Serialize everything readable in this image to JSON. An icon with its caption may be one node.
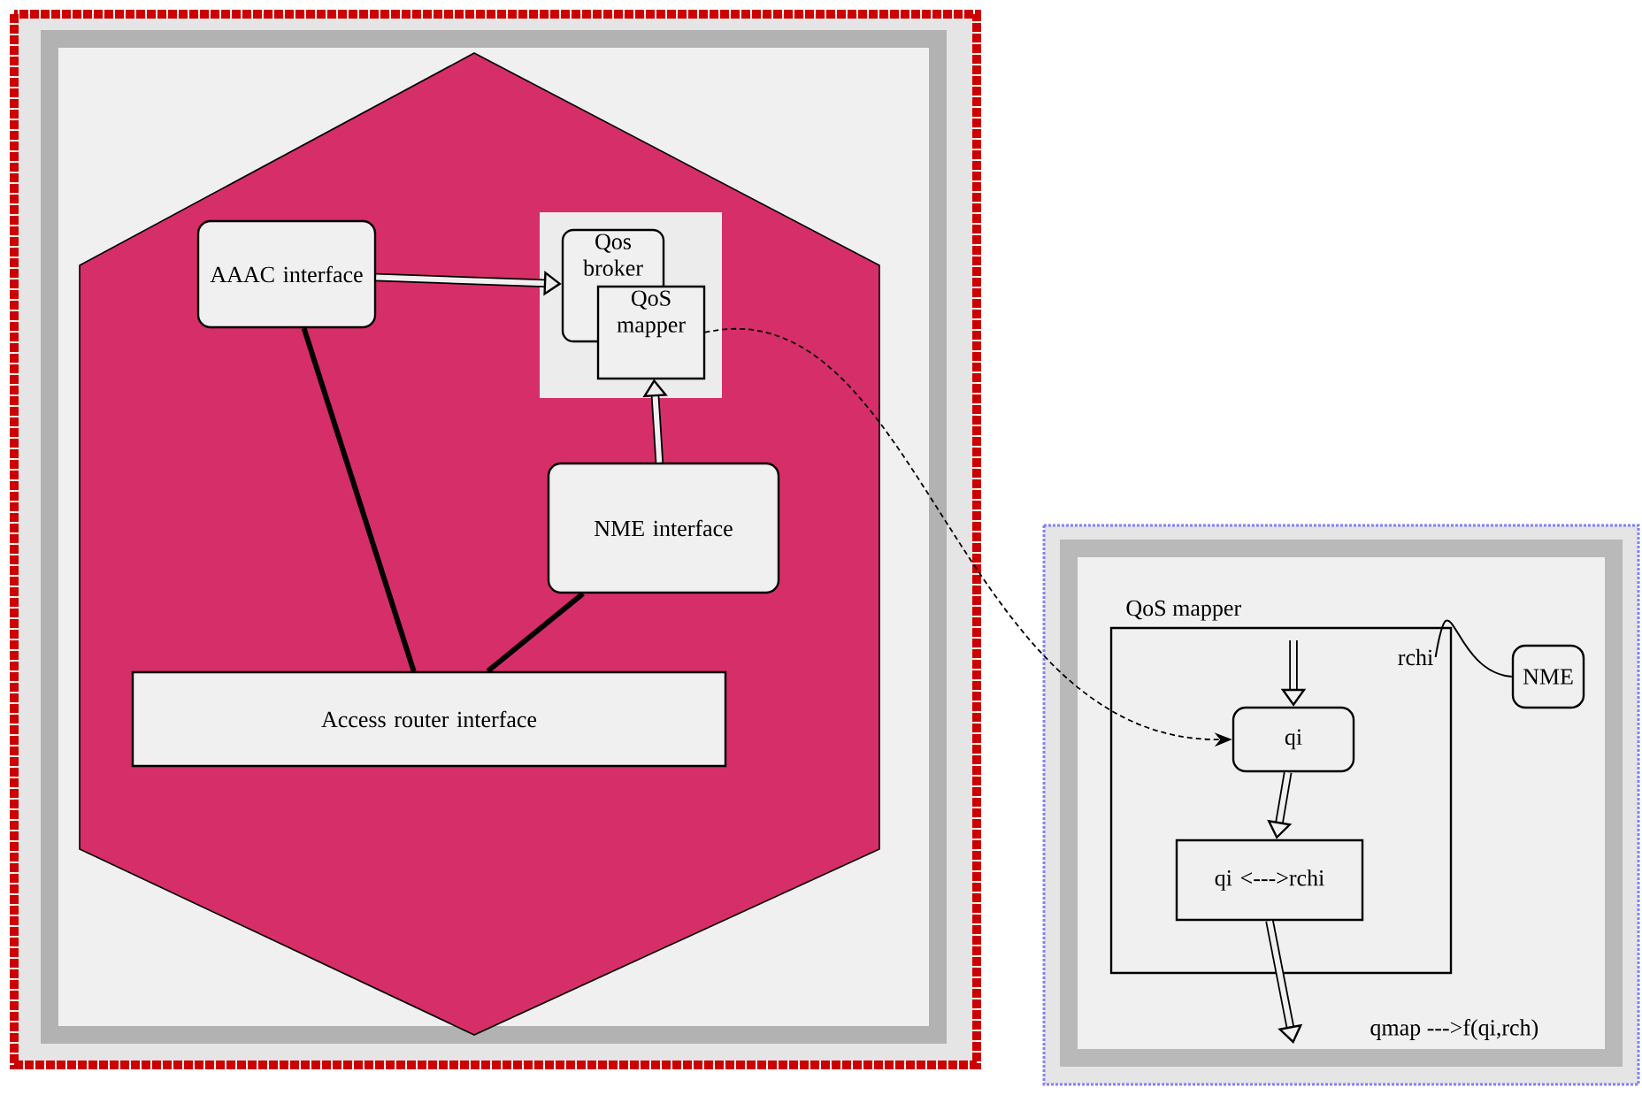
{
  "diagram": {
    "nodes": [
      {
        "text": [
          "AAAC interface"
        ]
      },
      {
        "text": [
          "Qos broker"
        ]
      },
      {
        "text": [
          "QoS mapper"
        ]
      },
      {
        "text": [
          "NME interface"
        ]
      },
      {
        "text": [
          "Access router interface"
        ]
      },
      {
        "text": [
          "QoS mapper"
        ]
      },
      {
        "text": [
          "rchi"
        ],
        "in": 5
      },
      {
        "text": [
          "qi"
        ],
        "in": 5
      },
      {
        "text": [
          "qi <--->rchi"
        ],
        "in": 5
      },
      {
        "text": [
          "NME"
        ]
      }
    ],
    "edges": [
      {
        "from": 0,
        "to": 1,
        "arrow": "to"
      },
      {
        "from": 3,
        "to": 2,
        "arrow": "to"
      },
      {
        "from": 0,
        "to": 4,
        "arrow": "none"
      },
      {
        "from": 3,
        "to": 4,
        "arrow": "none"
      },
      {
        "from": 2,
        "to": 7,
        "arrow": "to",
        "style": "dashed"
      },
      {
        "from": 9,
        "to": 6,
        "arrow": "none"
      },
      {
        "from": null,
        "to": 7,
        "arrow": "to"
      },
      {
        "from": 7,
        "to": 8,
        "arrow": "to"
      },
      {
        "from": 8,
        "to": null,
        "arrow": "to"
      }
    ],
    "labels": [
      "qmap --->f(qi,rch)"
    ]
  }
}
